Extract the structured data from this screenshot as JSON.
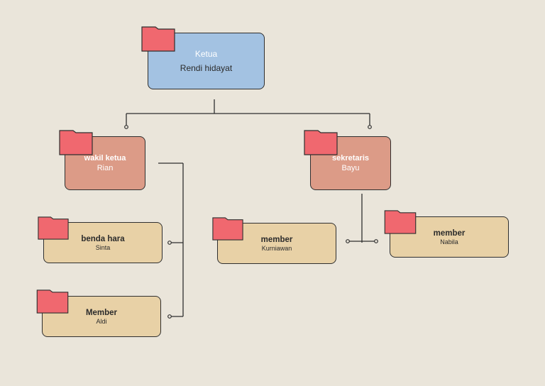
{
  "nodes": {
    "ketua": {
      "title": "Ketua",
      "name": "Rendi hidayat"
    },
    "wakil": {
      "title": "wakil ketua",
      "name": "Rian"
    },
    "sekretaris": {
      "title": "sekretaris",
      "name": "Bayu"
    },
    "benda": {
      "title": "benda hara",
      "name": "Sinta"
    },
    "member_aldi": {
      "title": "Member",
      "name": "Aldi"
    },
    "member_kurniawan": {
      "title": "member",
      "name": "Kurniawan"
    },
    "member_nabila": {
      "title": "member",
      "name": "Nabila"
    }
  },
  "colors": {
    "background": "#EAE5DA",
    "top_node": "#A3C2E2",
    "mid_node": "#DC9B87",
    "leaf_node": "#E8D1A6",
    "folder": "#F0686F",
    "line": "#2f2f2f"
  },
  "icons": {
    "folder": "folder-icon"
  }
}
